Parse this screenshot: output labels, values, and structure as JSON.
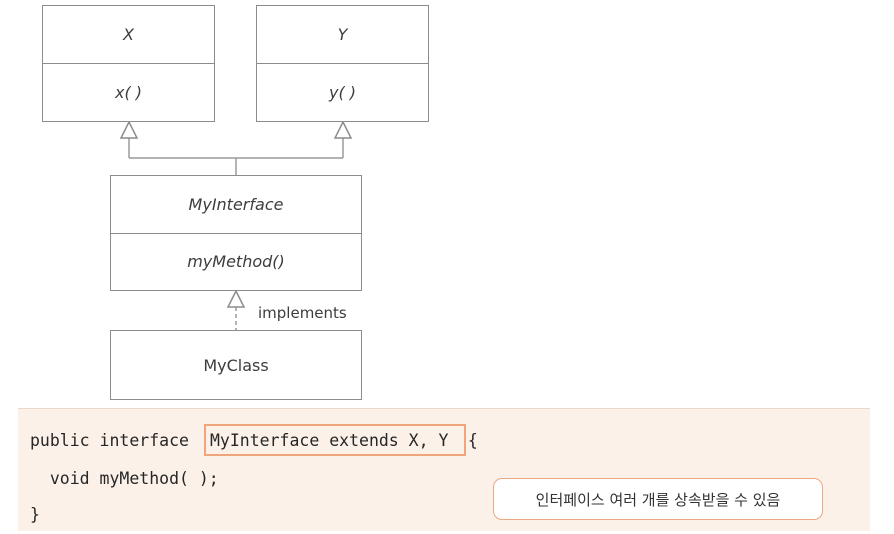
{
  "diagram": {
    "interface_x": {
      "name": "X",
      "method": "x( )"
    },
    "interface_y": {
      "name": "Y",
      "method": "y( )"
    },
    "my_interface": {
      "name": "MyInterface",
      "method": "myMethod()"
    },
    "my_class": {
      "name": "MyClass"
    },
    "implements_label": "implements"
  },
  "code": {
    "line1_prefix": "public interface ",
    "line1_highlight": "MyInterface extends X, Y",
    "line1_suffix": " {",
    "line2": "  void myMethod( );",
    "line3": "}"
  },
  "callout": {
    "text": "인터페이스 여러 개를 상속받을 수 있음"
  },
  "colors": {
    "box_border": "#8c8c8c",
    "code_background": "#fbf1e9",
    "highlight_border": "#f0a57a"
  }
}
